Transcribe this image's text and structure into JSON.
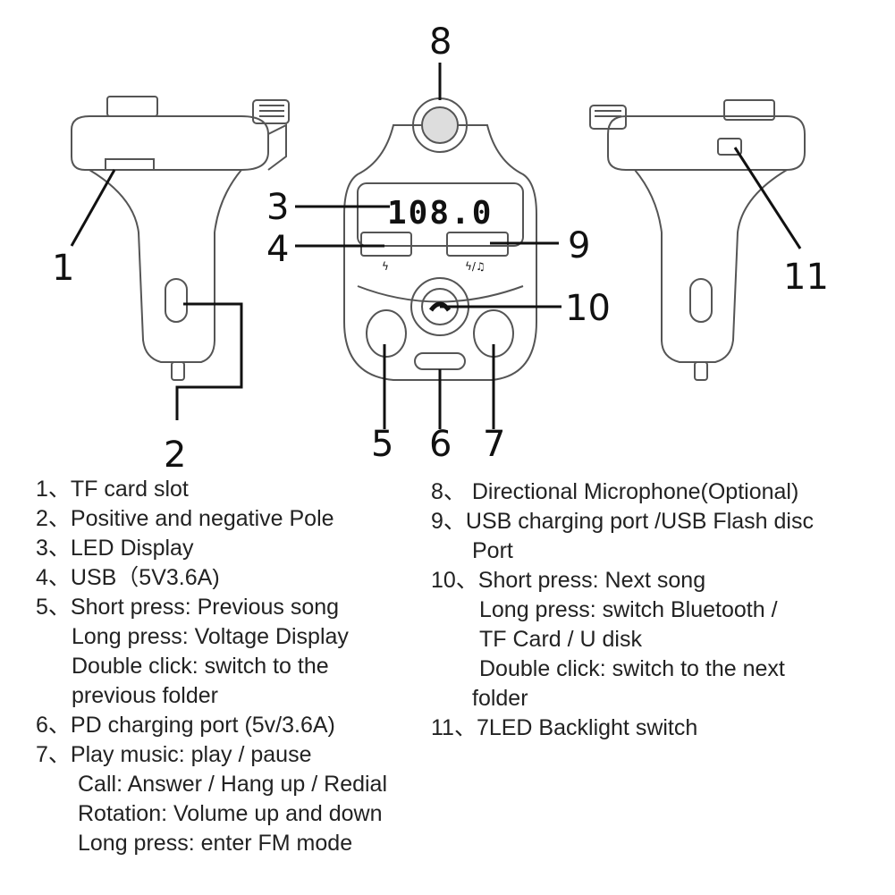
{
  "display": {
    "readout": "108.0"
  },
  "callouts": [
    "1",
    "2",
    "3",
    "4",
    "5",
    "6",
    "7",
    "8",
    "9",
    "10",
    "11"
  ],
  "port_icons": {
    "usb_left": "ϟ",
    "usb_right": "ϟ/♫"
  },
  "legend_left": [
    {
      "lines": [
        "1、TF card slot"
      ]
    },
    {
      "lines": [
        "2、Positive and negative Pole"
      ]
    },
    {
      "lines": [
        "3、LED Display"
      ]
    },
    {
      "lines": [
        "4、USB（5V3.6A)"
      ]
    },
    {
      "lines": [
        "5、Short press: Previous song",
        "Long press: Voltage Display",
        "Double click: switch to the",
        "previous folder"
      ]
    },
    {
      "lines": [
        "6、PD charging port (5v/3.6A)"
      ]
    },
    {
      "lines": [
        "7、Play music: play / pause",
        "Call: Answer / Hang up / Redial",
        "Rotation: Volume up and down",
        "Long press: enter FM mode"
      ]
    }
  ],
  "legend_right": [
    {
      "lines": [
        "8、 Directional Microphone(Optional)"
      ]
    },
    {
      "lines": [
        "9、USB charging port /USB Flash disc",
        "Port"
      ]
    },
    {
      "lines": [
        "10、Short press: Next song",
        "Long press: switch Bluetooth /",
        "TF Card / U disk",
        "Double click: switch to the next",
        "folder"
      ]
    },
    {
      "lines": [
        "11、7LED Backlight switch"
      ]
    }
  ]
}
